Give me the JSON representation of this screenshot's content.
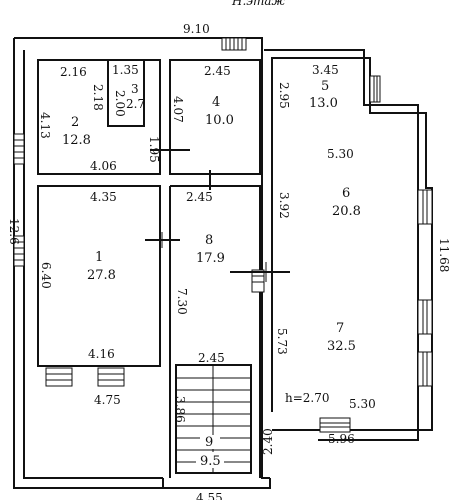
{
  "top_caption": "Н.этаж",
  "overall": {
    "top_width": "9.10",
    "left_height": "12.6",
    "right_height": "11.68",
    "bottom_width": "4.55",
    "stair_offset": "2.40"
  },
  "rooms": [
    {
      "num": "1",
      "area": "27.8",
      "dims": [
        "4.35",
        "6.40",
        "4.16"
      ]
    },
    {
      "num": "2",
      "area": "12.8",
      "dims": [
        "2.16",
        "2.18",
        "4.13",
        "4.06"
      ]
    },
    {
      "num": "3",
      "area": "2.7",
      "dims": [
        "1.35",
        "2.00"
      ]
    },
    {
      "num": "4",
      "area": "10.0",
      "dims": [
        "2.45",
        "4.07",
        "1.95"
      ]
    },
    {
      "num": "5",
      "area": "13.0",
      "dims": [
        "3.45",
        "2.95"
      ]
    },
    {
      "num": "6",
      "area": "20.8",
      "dims": [
        "5.30",
        "3.92"
      ]
    },
    {
      "num": "7",
      "area": "32.5",
      "dims": [
        "5.73",
        "5.30",
        "5.96"
      ]
    },
    {
      "num": "8",
      "area": "17.9",
      "dims": [
        "2.45",
        "7.30",
        "2.45"
      ]
    },
    {
      "num": "9",
      "area": "9.5",
      "dims": [
        "3.86"
      ]
    }
  ],
  "extra_dims": {
    "left_bottom": "4.75",
    "ceiling_height": "h=2.70"
  }
}
